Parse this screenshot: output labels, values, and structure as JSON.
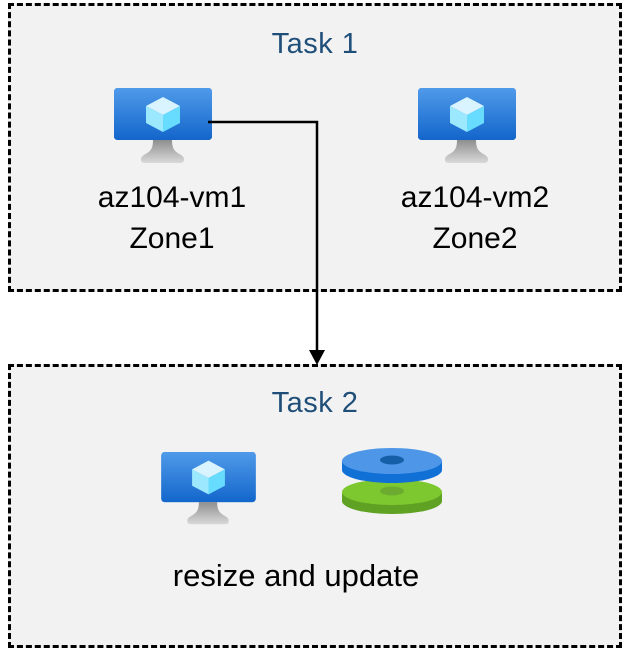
{
  "diagram": {
    "task1": {
      "title": "Task 1",
      "vms": [
        {
          "name": "az104-vm1",
          "zone": "Zone1",
          "icon": "virtual-machine-icon"
        },
        {
          "name": "az104-vm2",
          "zone": "Zone2",
          "icon": "virtual-machine-icon"
        }
      ]
    },
    "task2": {
      "title": "Task 2",
      "caption": "resize and update",
      "icons": [
        "virtual-machine-icon",
        "disks-icon"
      ]
    },
    "connector": {
      "type": "elbow-arrow",
      "from": "az104-vm1",
      "to": "Task 2"
    }
  },
  "colors": {
    "page_bg": "#ffffff",
    "box_bg": "#f2f2f2",
    "box_border": "#000000",
    "title_text": "#1f4e79",
    "label_text": "#000000",
    "arrow": "#000000",
    "vm_screen_top": "#4f9ae9",
    "vm_screen_bottom": "#1366cb",
    "cube_top": "#daf4ff",
    "cube_left": "#9ce9ff",
    "cube_right": "#67dcff",
    "stand_top": "#8f8f8f",
    "stand_bottom": "#d9d9d9",
    "disk_blue_top": "#4e96e8",
    "disk_blue_side": "#1170d5",
    "disk_blue_hole": "#155fa8",
    "disk_green_top": "#7ec82f",
    "disk_green_side": "#5fa122",
    "disk_green_hole": "#6cab30"
  }
}
